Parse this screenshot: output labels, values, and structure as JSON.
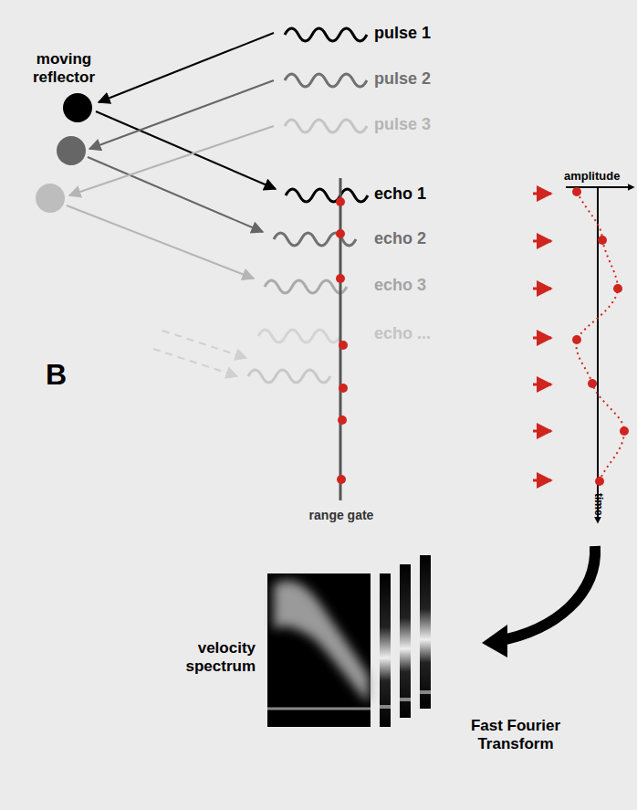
{
  "diagram": {
    "labels": [
      "moving reflector",
      "pulse 1",
      "pulse 2",
      "pulse 3",
      "echo 1",
      "echo 2",
      "echo 3",
      "echo ...",
      "B",
      "amplitude",
      "time",
      "range gate",
      "velocity spectrum",
      "Fast Fourier Transform"
    ]
  }
}
